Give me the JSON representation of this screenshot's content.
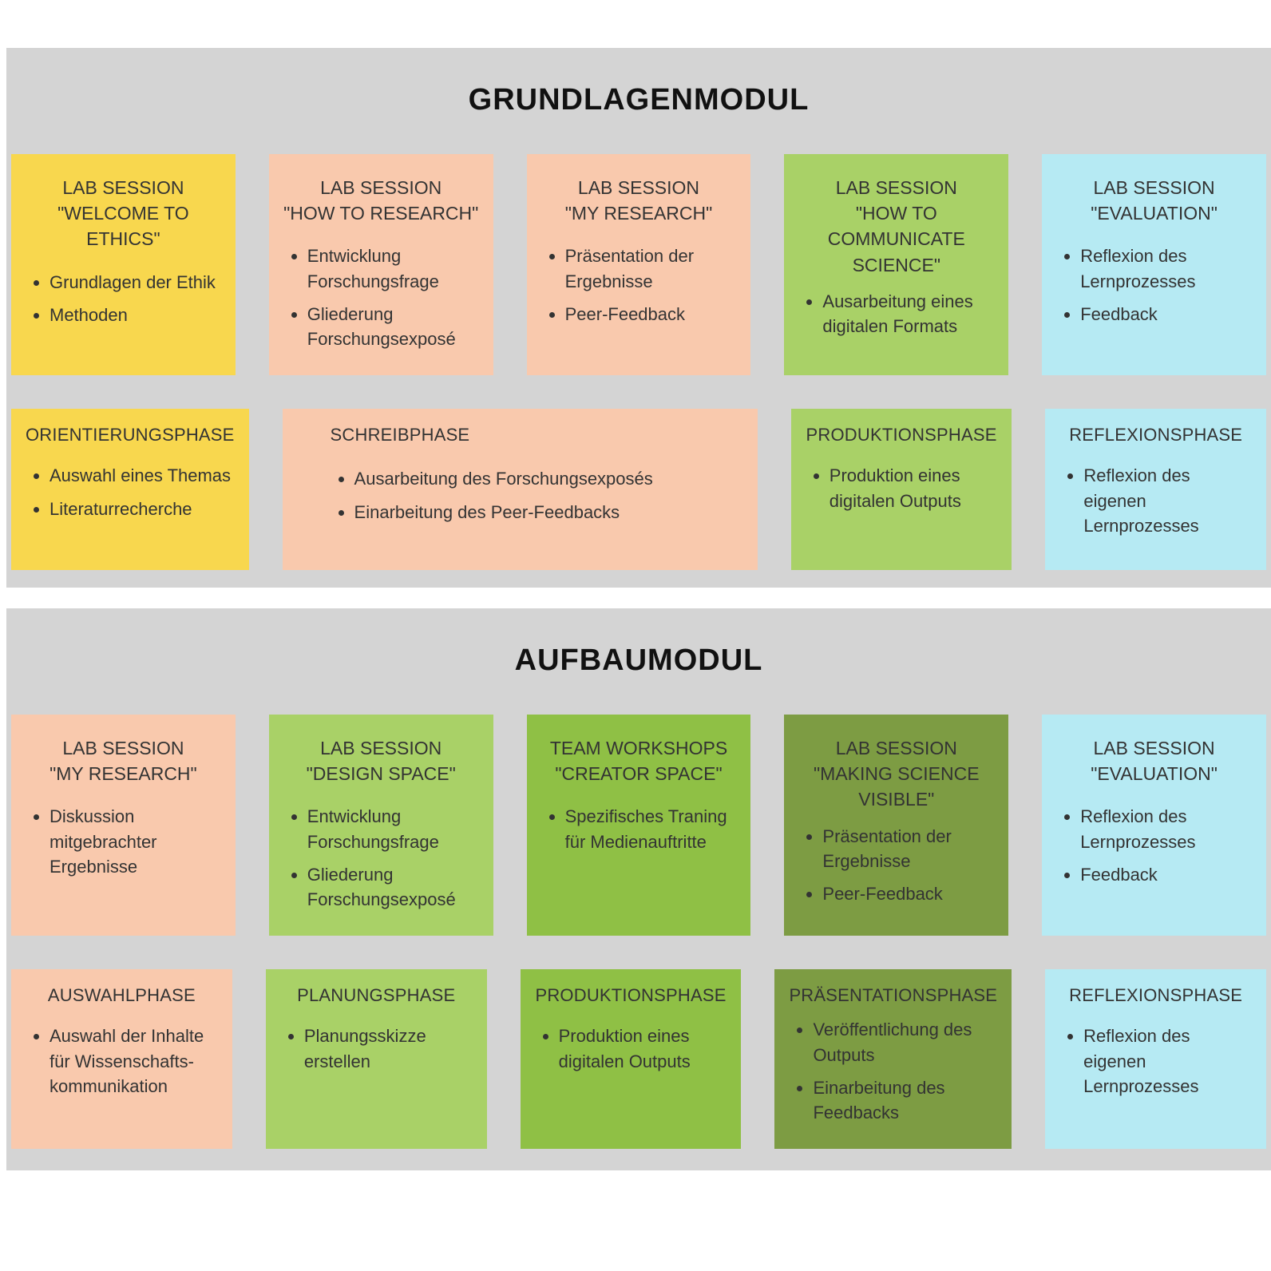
{
  "colors": {
    "yellow": "#f8d74e",
    "peach": "#f9c9ad",
    "light_green": "#a9d167",
    "medium_green": "#8fc045",
    "olive_green": "#7d9c43",
    "cyan": "#b6eaf3",
    "panel_gray": "#d4d4d4",
    "page_background": "#ffffff"
  },
  "grundlagenmodul": {
    "title": "GRUNDLAGENMODUL",
    "sessions": [
      {
        "line1": "LAB SESSION",
        "line2": "\"WELCOME TO ETHICS\"",
        "bullets": [
          "Grundlagen der Ethik",
          "Methoden"
        ]
      },
      {
        "line1": "LAB SESSION",
        "line2": "\"HOW TO RESEARCH\"",
        "bullets": [
          "Entwicklung Forschungsfrage",
          "Gliederung Forschungsexposé"
        ]
      },
      {
        "line1": "LAB SESSION",
        "line2": "\"MY RESEARCH\"",
        "bullets": [
          "Präsentation der Ergebnisse",
          "Peer-Feedback"
        ]
      },
      {
        "line1": "LAB SESSION",
        "line2": "\"HOW TO COMMUNICATE SCIENCE\"",
        "bullets": [
          "Ausarbeitung eines digitalen Formats"
        ]
      },
      {
        "line1": "LAB SESSION",
        "line2": "\"EVALUATION\"",
        "bullets": [
          "Reflexion des Lernprozesses",
          "Feedback"
        ]
      }
    ],
    "phases": [
      {
        "title": "ORIENTIERUNGSPHASE",
        "bullets": [
          "Auswahl eines Themas",
          "Literaturrecherche"
        ]
      },
      {
        "title": "SCHREIBPHASE",
        "bullets": [
          "Ausarbeitung des Forschungsexposés",
          "Einarbeitung des Peer-Feedbacks"
        ]
      },
      {
        "title": "PRODUKTIONSPHASE",
        "bullets": [
          "Produktion eines digitalen Outputs"
        ]
      },
      {
        "title": "REFLEXIONSPHASE",
        "bullets": [
          "Reflexion des eigenen Lernprozesses"
        ]
      }
    ]
  },
  "aufbaumodul": {
    "title": "AUFBAUMODUL",
    "sessions": [
      {
        "line1": "LAB SESSION",
        "line2": "\"MY RESEARCH\"",
        "bullets": [
          "Diskussion mitgebrachter Ergebnisse"
        ]
      },
      {
        "line1": "LAB SESSION",
        "line2": "\"DESIGN SPACE\"",
        "bullets": [
          "Entwicklung Forschungsfrage",
          "Gliederung Forschungsexposé"
        ]
      },
      {
        "line1": "TEAM WORKSHOPS",
        "line2": "\"CREATOR SPACE\"",
        "bullets": [
          "Spezifisches Traning für Medienauftritte"
        ]
      },
      {
        "line1": "LAB SESSION",
        "line2": "\"MAKING SCIENCE VISIBLE\"",
        "bullets": [
          "Präsentation der Ergebnisse",
          "Peer-Feedback"
        ]
      },
      {
        "line1": "LAB SESSION",
        "line2": "\"EVALUATION\"",
        "bullets": [
          "Reflexion des Lernprozesses",
          "Feedback"
        ]
      }
    ],
    "phases": [
      {
        "title": "AUSWAHLPHASE",
        "bullets": [
          "Auswahl der Inhalte für Wissenschafts-kommunikation"
        ]
      },
      {
        "title": "PLANUNGSPHASE",
        "bullets": [
          "Planungsskizze erstellen"
        ]
      },
      {
        "title": "PRODUKTIONSPHASE",
        "bullets": [
          "Produktion eines digitalen Outputs"
        ]
      },
      {
        "title": "PRÄSENTATIONSPHASE",
        "bullets": [
          "Veröffentlichung des Outputs",
          "Einarbeitung des Feedbacks"
        ]
      },
      {
        "title": "REFLEXIONSPHASE",
        "bullets": [
          "Reflexion des eigenen Lernprozesses"
        ]
      }
    ]
  }
}
